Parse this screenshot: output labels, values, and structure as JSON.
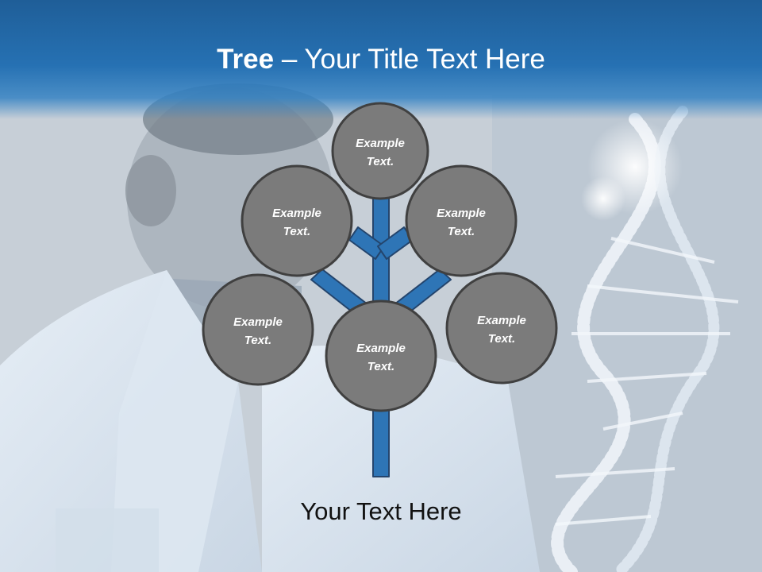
{
  "slide": {
    "title_bold": "Tree",
    "title_rest": " – Your Title Text Here",
    "caption": "Your Text Here"
  },
  "tree": {
    "nodes": [
      {
        "line1": "Example",
        "line2": "Text."
      },
      {
        "line1": "Example",
        "line2": "Text."
      },
      {
        "line1": "Example",
        "line2": "Text."
      },
      {
        "line1": "Example",
        "line2": "Text."
      },
      {
        "line1": "Example",
        "line2": "Text."
      },
      {
        "line1": "Example",
        "line2": "Text."
      }
    ]
  },
  "colors": {
    "header": "#2671b3",
    "branch": "#2e75b6",
    "node_fill": "#7b7b7b",
    "node_stroke": "#404040",
    "text": "#ffffff"
  }
}
